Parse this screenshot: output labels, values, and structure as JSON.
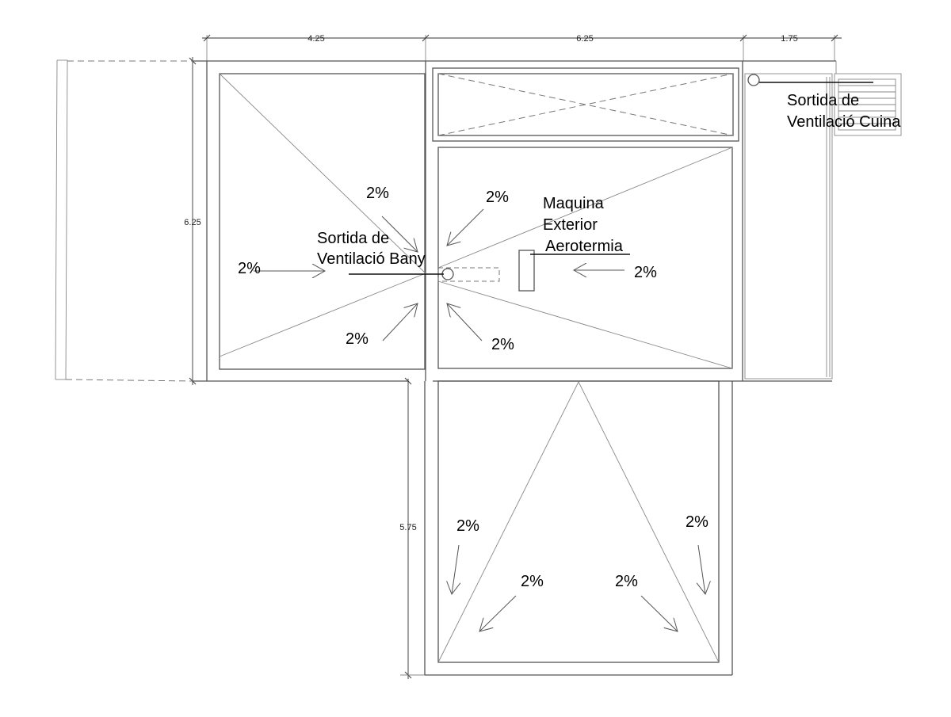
{
  "dimensions": {
    "top_left": "4.25",
    "top_mid": "6.25",
    "top_right": "1.75",
    "left": "6.25",
    "lower": "5.75"
  },
  "labels": {
    "bany_line1": "Sortida de",
    "bany_line2": "Ventilació Bany",
    "maquina_line1": "Maquina",
    "maquina_line2": "Exterior",
    "maquina_line3": "Aerotermia",
    "cuina_line1": "Sortida de",
    "cuina_line2": "Ventilació Cuina"
  },
  "slopes": [
    "2%",
    "2%",
    "2%",
    "2%",
    "2%",
    "2%",
    "2%",
    "2%",
    "2%",
    "2%"
  ]
}
